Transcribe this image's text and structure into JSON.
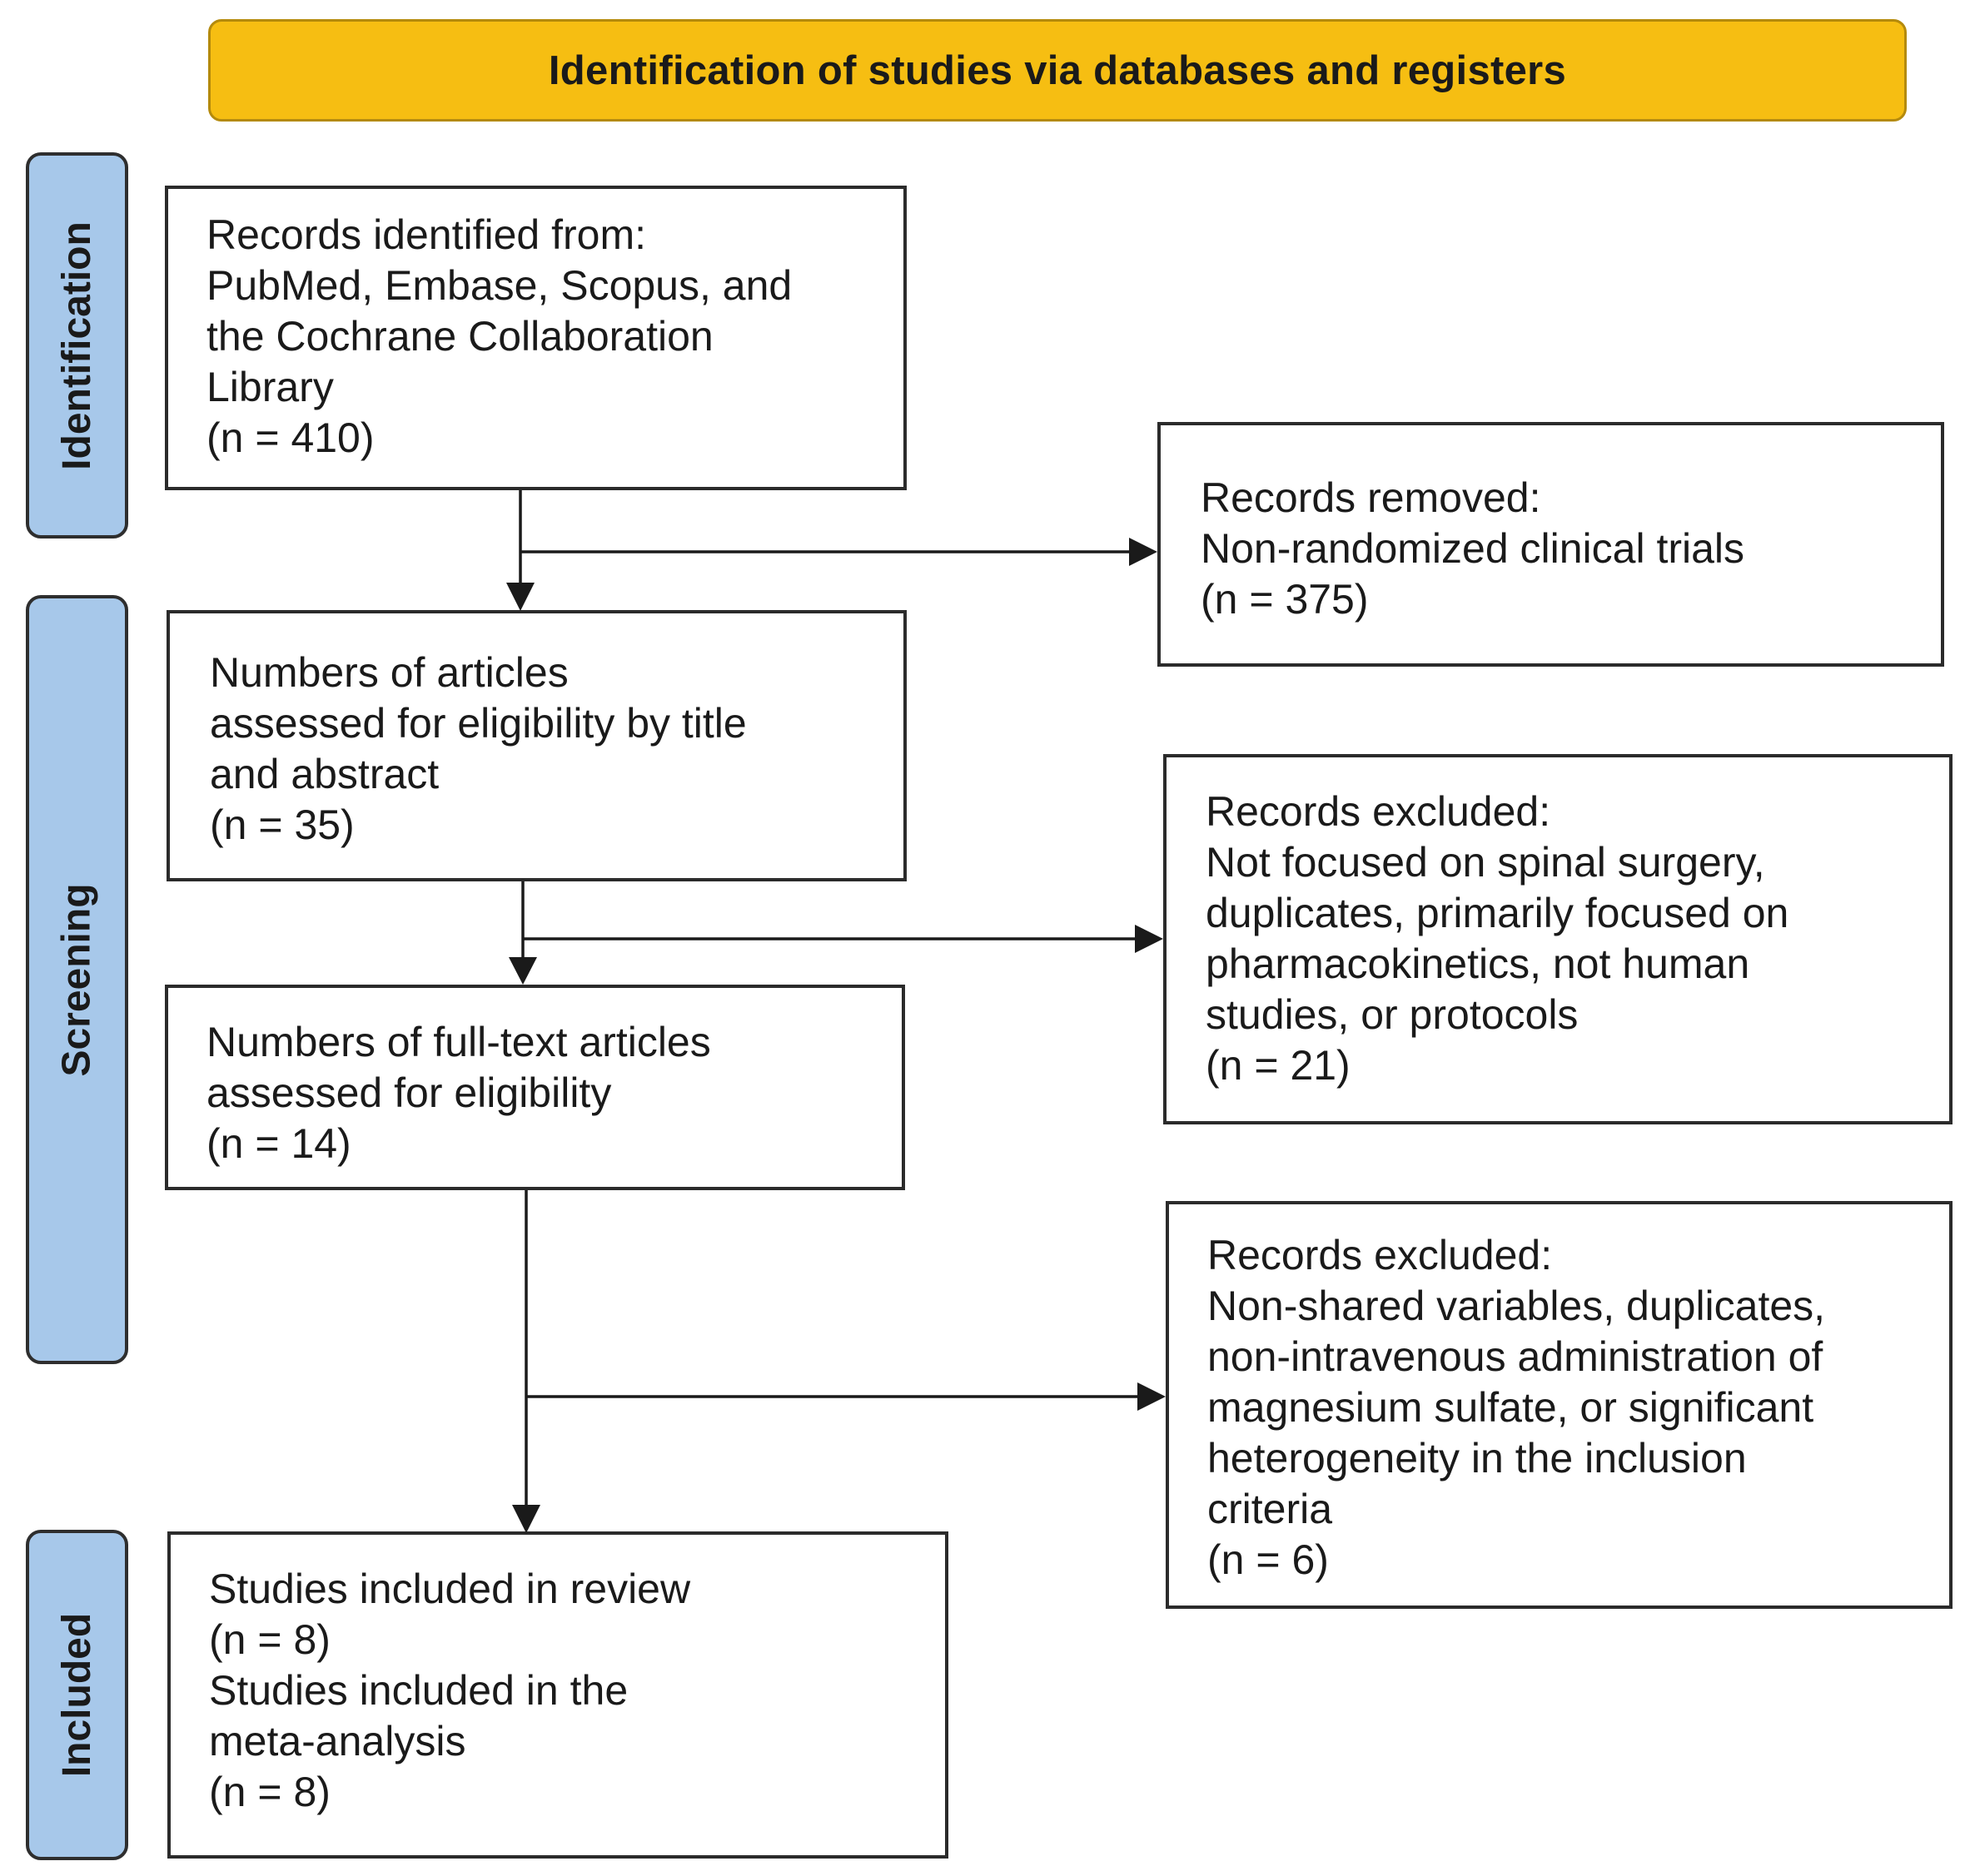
{
  "header": {
    "title": "Identification of studies via databases and registers"
  },
  "stages": {
    "identification": "Identification",
    "screening": "Screening",
    "included": "Included"
  },
  "boxes": {
    "records_identified": {
      "lines": [
        "Records identified from:",
        "PubMed, Embase, Scopus, and",
        "the Cochrane Collaboration",
        "Library",
        "(n = 410)"
      ]
    },
    "records_removed": {
      "lines": [
        "Records removed:",
        "Non-randomized clinical trials",
        "(n = 375)"
      ]
    },
    "title_abstract": {
      "lines": [
        "Numbers of articles",
        "assessed for eligibility by title",
        "and abstract",
        "(n = 35)"
      ]
    },
    "excluded_screening": {
      "lines": [
        "Records excluded:",
        "Not focused on spinal surgery,",
        "duplicates, primarily focused on",
        "pharmacokinetics, not human",
        "studies, or protocols",
        "(n = 21)"
      ]
    },
    "full_text": {
      "lines": [
        "Numbers of full-text articles",
        "assessed for eligibility",
        "(n = 14)"
      ]
    },
    "excluded_full_text": {
      "lines": [
        "Records excluded:",
        "Non-shared variables, duplicates,",
        "non-intravenous administration of",
        "magnesium sulfate, or significant",
        "heterogeneity in the inclusion",
        "criteria",
        "(n = 6)"
      ]
    },
    "included": {
      "lines": [
        "Studies included in review",
        "(n = 8)",
        "Studies included in the",
        "meta-analysis",
        "(n = 8)"
      ]
    }
  },
  "colors": {
    "banner": "#f6be12",
    "stage": "#a7c8ea",
    "stroke": "#2b2b2b"
  }
}
